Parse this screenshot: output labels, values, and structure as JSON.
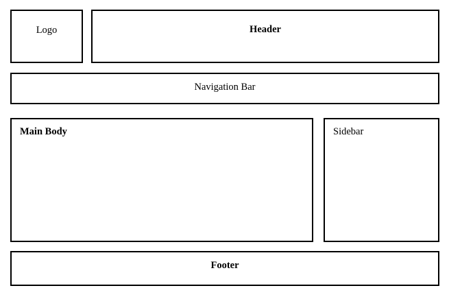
{
  "page": {
    "title": "Page Layout Wireframe",
    "background_color": "#ffffff",
    "border_color": "#000000",
    "text_color": "#000000"
  },
  "regions": {
    "logo": {
      "label": "Logo",
      "align": "center",
      "weight": "regular"
    },
    "header": {
      "label": "Header",
      "align": "center",
      "weight": "bold"
    },
    "navigation": {
      "label": "Navigation Bar",
      "align": "center",
      "weight": "regular"
    },
    "main_body": {
      "label": "Main Body",
      "align": "left",
      "weight": "bold"
    },
    "sidebar": {
      "label": "Sidebar",
      "align": "left",
      "weight": "regular"
    },
    "footer": {
      "label": "Footer",
      "align": "center",
      "weight": "bold"
    }
  }
}
